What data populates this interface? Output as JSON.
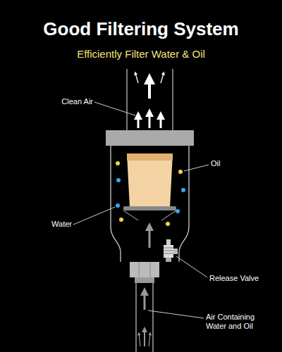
{
  "diagram": {
    "title": "Good Filtering System",
    "labels": [
      "Efficiently Filter Water & Oil",
      "Clean Air",
      "Oil",
      "Water",
      "Release Valve",
      "Air Containing Water and Oil"
    ]
  }
}
